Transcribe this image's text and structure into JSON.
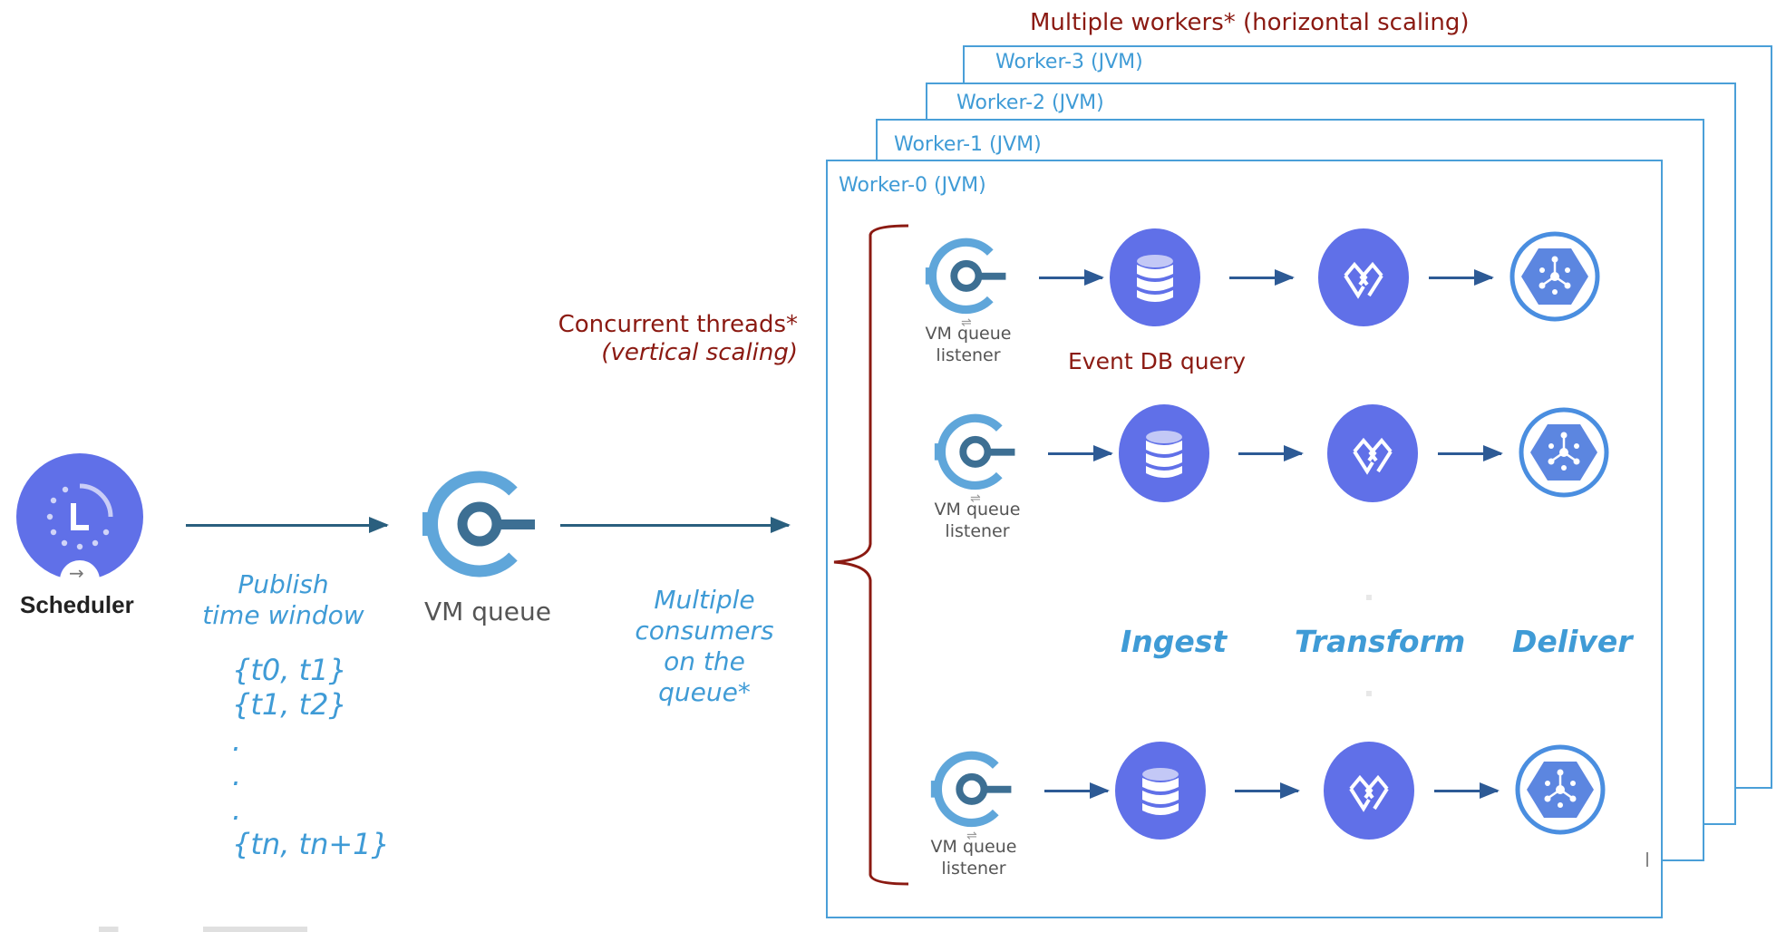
{
  "title": "Multiple workers* (horizontal scaling)",
  "workers": [
    {
      "label": "Worker-3 (JVM)"
    },
    {
      "label": "Worker-2 (JVM)"
    },
    {
      "label": "Worker-1 (JVM)"
    },
    {
      "label": "Worker-0 (JVM)"
    }
  ],
  "scheduler": {
    "label": "Scheduler",
    "icon": "clock-icon"
  },
  "publish": {
    "line1": "Publish",
    "line2": "time window"
  },
  "time_windows": [
    "{t0, t1}",
    "{t1, t2}",
    ".",
    ".",
    ".",
    "{tn, tn+1}"
  ],
  "vm_queue": {
    "label": "VM queue",
    "icon": "vm-queue-icon"
  },
  "consumers": {
    "line1": "Multiple",
    "line2": "consumers",
    "line3": "on the",
    "line4": "queue*"
  },
  "concurrency": {
    "line1": "Concurrent threads*",
    "line2": "(vertical scaling)"
  },
  "rows": [
    {
      "listener_line1": "VM queue",
      "listener_line2": "listener"
    },
    {
      "listener_line1": "VM queue",
      "listener_line2": "listener"
    },
    {
      "listener_line1": "VM queue",
      "listener_line2": "listener"
    }
  ],
  "db_query_label": "Event DB query",
  "stages": {
    "ingest": "Ingest",
    "transform": "Transform",
    "deliver": "Deliver"
  },
  "colors": {
    "worker_border": "#4a9fd8",
    "accent_red": "#8b1a12",
    "label_blue": "#3f9bd6",
    "node_purple": "#6070e8",
    "arrow": "#2a5f7e"
  }
}
